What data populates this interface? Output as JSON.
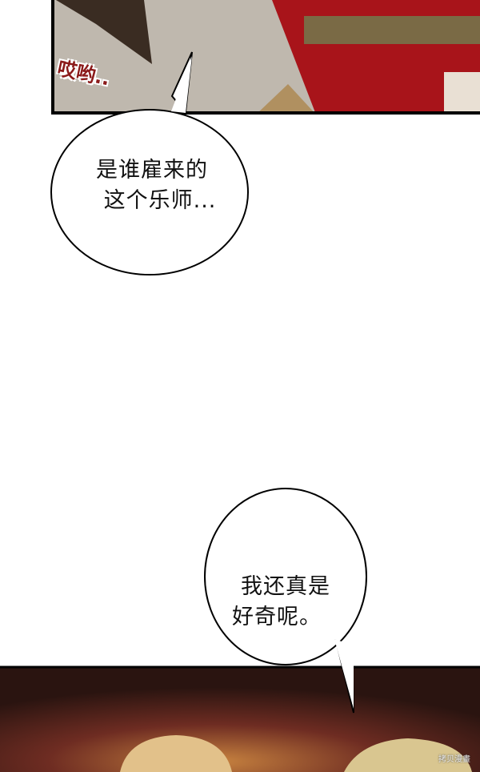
{
  "panel_top": {
    "sfx": "哎哟.."
  },
  "bubbles": [
    {
      "lines": [
        "是谁雇来的",
        "这个乐师..."
      ]
    },
    {
      "lines": [
        "我还真是",
        "好奇呢。"
      ]
    }
  ],
  "watermark": "拷贝漫畫"
}
